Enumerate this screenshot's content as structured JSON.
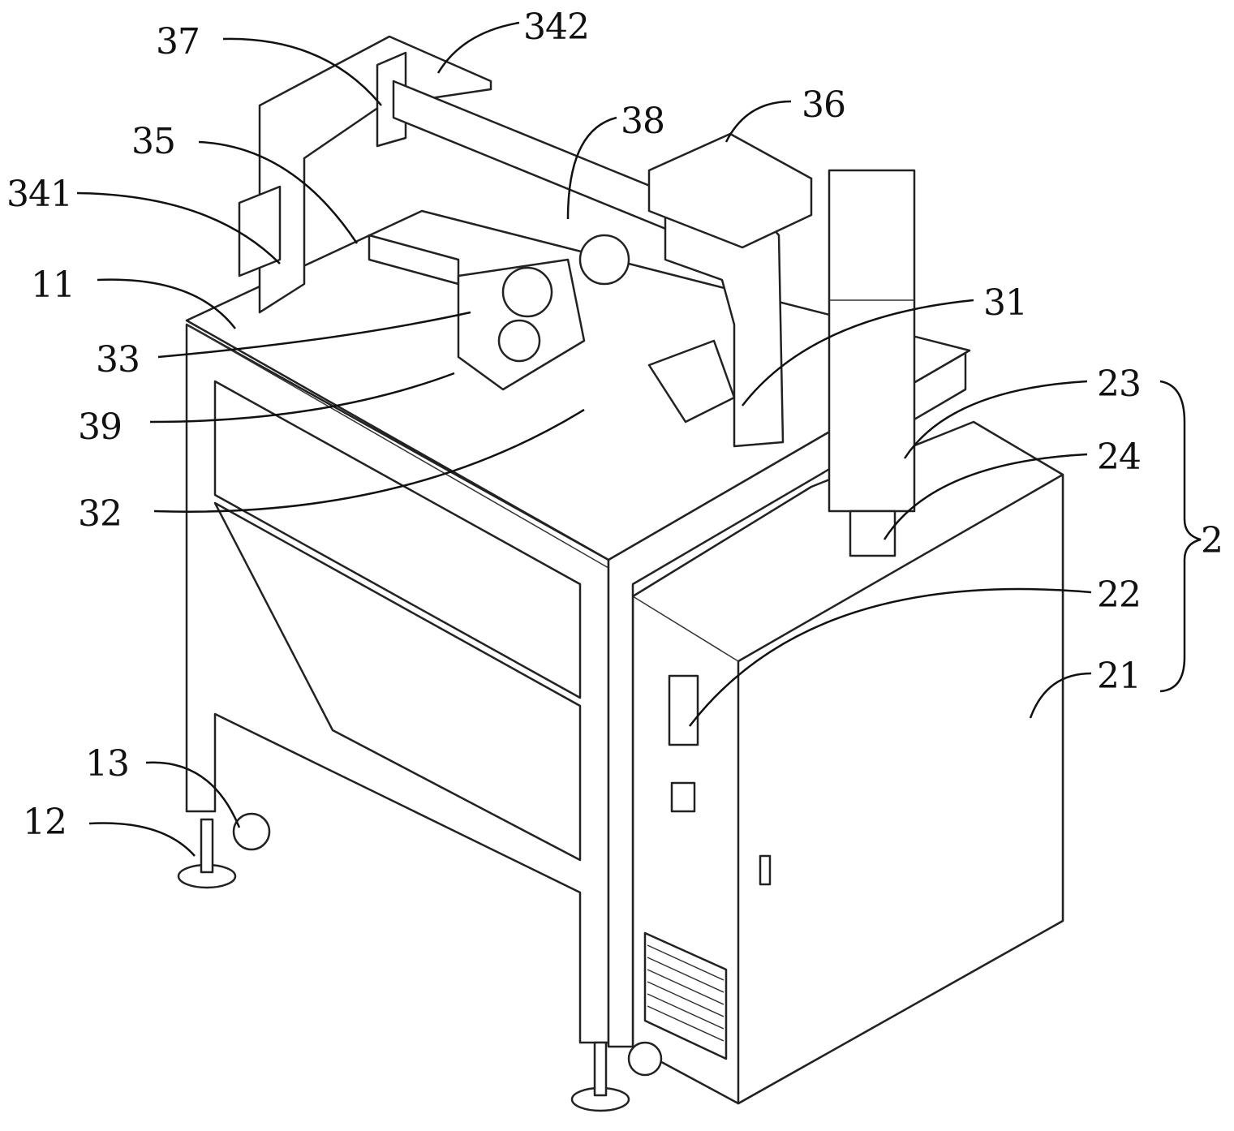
{
  "figure": {
    "labels": {
      "l37": "37",
      "l342": "342",
      "l36": "36",
      "l38": "38",
      "l35": "35",
      "l341": "341",
      "l11": "11",
      "l31": "31",
      "l33": "33",
      "l23": "23",
      "l39": "39",
      "l24": "24",
      "l2": "2",
      "l32": "32",
      "l22": "22",
      "l21": "21",
      "l13": "13",
      "l12": "12"
    }
  }
}
